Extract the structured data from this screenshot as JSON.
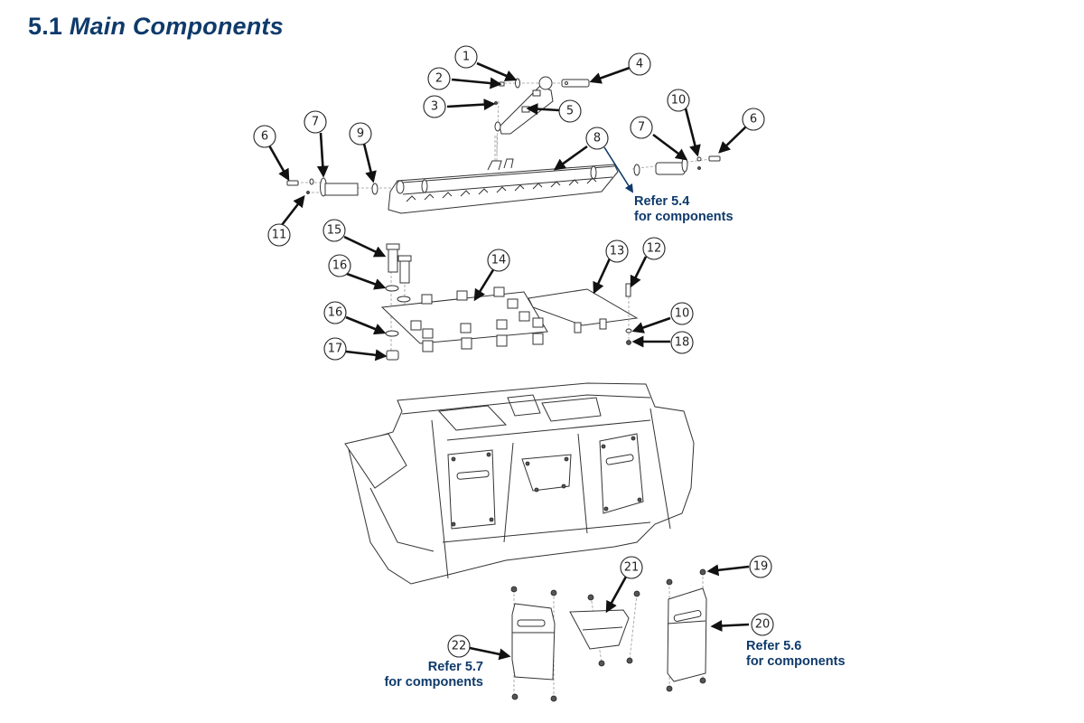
{
  "page": {
    "section_number": "5.1",
    "section_title": "Main Components"
  },
  "callouts": [
    {
      "id": "1",
      "label": "1"
    },
    {
      "id": "2",
      "label": "2"
    },
    {
      "id": "3",
      "label": "3"
    },
    {
      "id": "4",
      "label": "4"
    },
    {
      "id": "5",
      "label": "5"
    },
    {
      "id": "6a",
      "label": "6"
    },
    {
      "id": "7a",
      "label": "7"
    },
    {
      "id": "9",
      "label": "9"
    },
    {
      "id": "8",
      "label": "8"
    },
    {
      "id": "7b",
      "label": "7"
    },
    {
      "id": "10a",
      "label": "10"
    },
    {
      "id": "6b",
      "label": "6"
    },
    {
      "id": "11",
      "label": "11"
    },
    {
      "id": "15",
      "label": "15"
    },
    {
      "id": "16a",
      "label": "16"
    },
    {
      "id": "14",
      "label": "14"
    },
    {
      "id": "13",
      "label": "13"
    },
    {
      "id": "12",
      "label": "12"
    },
    {
      "id": "10b",
      "label": "10"
    },
    {
      "id": "16b",
      "label": "16"
    },
    {
      "id": "17",
      "label": "17"
    },
    {
      "id": "18",
      "label": "18"
    },
    {
      "id": "21",
      "label": "21"
    },
    {
      "id": "19",
      "label": "19"
    },
    {
      "id": "20",
      "label": "20"
    },
    {
      "id": "22",
      "label": "22"
    }
  ],
  "references": {
    "ref_5_4": {
      "line1": "Refer 5.4",
      "line2": "for components"
    },
    "ref_5_7": {
      "line1": "Refer 5.7",
      "line2": "for components"
    },
    "ref_5_6": {
      "line1": "Refer 5.6",
      "line2": "for components"
    }
  },
  "colors": {
    "heading": "#0f3a6b",
    "reference_text": "#0f3a6b",
    "line_art": "#333333"
  }
}
